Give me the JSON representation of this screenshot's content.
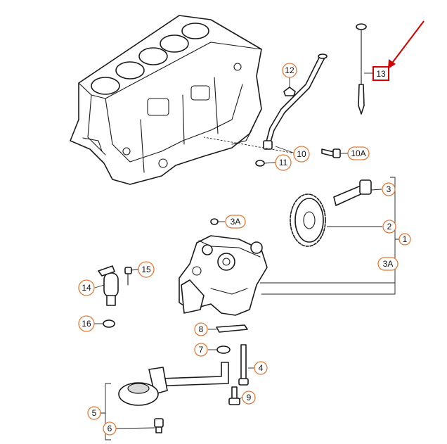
{
  "callouts": {
    "c1": "1",
    "c2": "2",
    "c3": "3",
    "c3a_top": "3A",
    "c3a_right": "3A",
    "c4": "4",
    "c5": "5",
    "c6": "6",
    "c7": "7",
    "c8": "8",
    "c9": "9",
    "c10": "10",
    "c10a": "10A",
    "c11": "11",
    "c12": "12",
    "c13": "13",
    "c14": "14",
    "c15": "15",
    "c16": "16"
  },
  "colors": {
    "callout_ring": "#e07b39",
    "highlight_box": "#d40000",
    "arrow": "#d40000",
    "line_art": "#1a1a1a"
  }
}
